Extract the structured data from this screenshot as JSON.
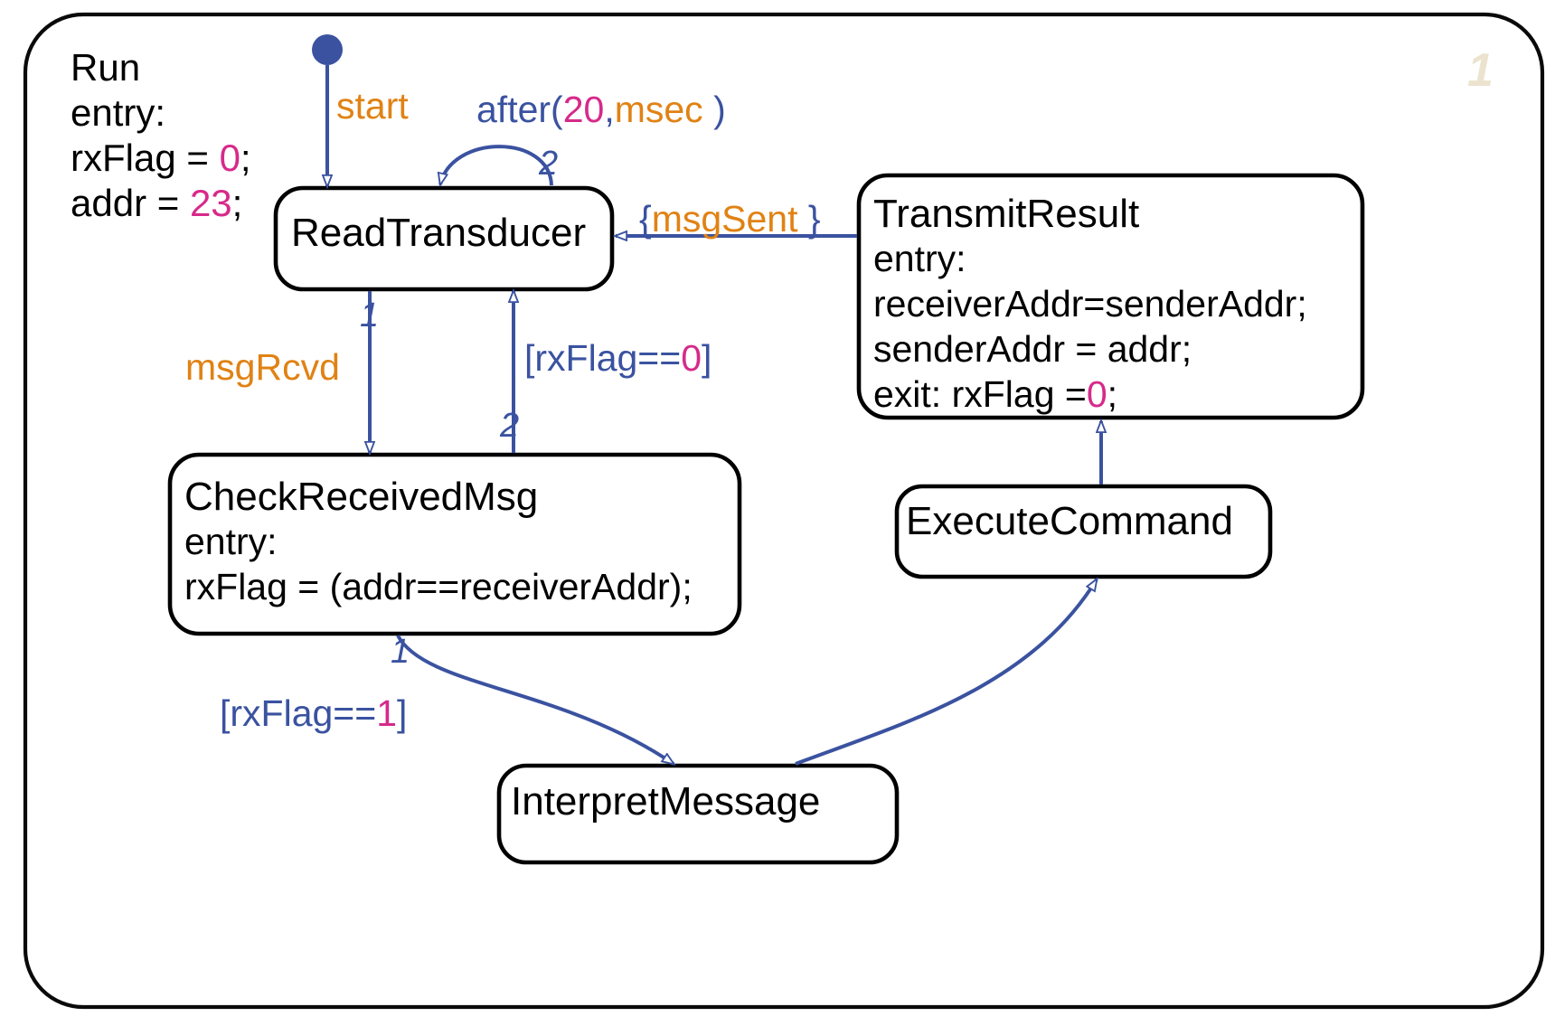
{
  "diagram": {
    "title": "Run",
    "corner_number": "1",
    "colors": {
      "state_border": "#000000",
      "transition": "#3a52a0",
      "event_text": "#e08214",
      "literal_text": "#d62a8a",
      "guard_text": "#3a52a0",
      "corner_number": "#ece3cf"
    }
  },
  "root_state": {
    "name": "Run",
    "entry_keyword": "entry:",
    "entry_actions": [
      {
        "prefix": "rxFlag = ",
        "value": "0",
        "suffix": ";"
      },
      {
        "prefix": "addr = ",
        "value": "23",
        "suffix": ";"
      }
    ]
  },
  "states": [
    {
      "id": "ReadTransducer",
      "name": "ReadTransducer",
      "lines": []
    },
    {
      "id": "TransmitResult",
      "name": "TransmitResult",
      "lines": [
        "entry:",
        "receiverAddr=senderAddr;",
        "senderAddr = addr;"
      ],
      "exit_line": {
        "prefix": "exit: rxFlag =",
        "value": "0",
        "suffix": ";"
      }
    },
    {
      "id": "CheckReceivedMsg",
      "name": "CheckReceivedMsg",
      "lines": [
        "entry:",
        "rxFlag = (addr==receiverAddr);"
      ]
    },
    {
      "id": "ExecuteCommand",
      "name": "ExecuteCommand",
      "lines": []
    },
    {
      "id": "InterpretMessage",
      "name": "InterpretMessage",
      "lines": []
    }
  ],
  "transitions": [
    {
      "id": "start",
      "from": "initial",
      "to": "ReadTransducer",
      "label_parts": [
        {
          "text": "start",
          "color": "orange"
        }
      ],
      "priority": ""
    },
    {
      "id": "self-loop-timer",
      "from": "ReadTransducer",
      "to": "ReadTransducer",
      "label_parts": [
        {
          "text": "after(",
          "color": "blue"
        },
        {
          "text": "20",
          "color": "magenta"
        },
        {
          "text": ",",
          "color": "blue"
        },
        {
          "text": "msec",
          "color": "orange"
        },
        {
          "text": " )",
          "color": "blue"
        }
      ],
      "priority": "2"
    },
    {
      "id": "msgRcvd",
      "from": "ReadTransducer",
      "to": "CheckReceivedMsg",
      "label_parts": [
        {
          "text": "msgRcvd",
          "color": "orange"
        }
      ],
      "priority": "1"
    },
    {
      "id": "rxFlag-zero",
      "from": "CheckReceivedMsg",
      "to": "ReadTransducer",
      "label_parts": [
        {
          "text": "[rxFlag==",
          "color": "blue"
        },
        {
          "text": "0",
          "color": "magenta"
        },
        {
          "text": "]",
          "color": "blue"
        }
      ],
      "priority": "2"
    },
    {
      "id": "rxFlag-one",
      "from": "CheckReceivedMsg",
      "to": "InterpretMessage",
      "label_parts": [
        {
          "text": "[rxFlag==",
          "color": "blue"
        },
        {
          "text": "1",
          "color": "magenta"
        },
        {
          "text": "]",
          "color": "blue"
        }
      ],
      "priority": "1"
    },
    {
      "id": "interpret-to-execute",
      "from": "InterpretMessage",
      "to": "ExecuteCommand",
      "label_parts": [],
      "priority": ""
    },
    {
      "id": "execute-to-transmit",
      "from": "ExecuteCommand",
      "to": "TransmitResult",
      "label_parts": [],
      "priority": ""
    },
    {
      "id": "msgSent",
      "from": "TransmitResult",
      "to": "ReadTransducer",
      "label_parts": [
        {
          "text": "{",
          "color": "blue"
        },
        {
          "text": "msgSent",
          "color": "orange"
        },
        {
          "text": " }",
          "color": "blue"
        }
      ],
      "priority": ""
    }
  ],
  "labels": {
    "run_title": "Run",
    "run_entry": "entry:",
    "run_rxflag_prefix": "rxFlag = ",
    "run_rxflag_value": "0",
    "run_rxflag_suffix": ";",
    "run_addr_prefix": "addr = ",
    "run_addr_value": "23",
    "run_addr_suffix": ";",
    "corner": "1",
    "start": "start",
    "after_open": "after(",
    "after_value": "20",
    "after_comma": ",",
    "after_unit": "msec",
    "after_close": " )",
    "prio_selfloop": "2",
    "msgRcvd": "msgRcvd",
    "prio_msgRcvd": "1",
    "guard0_open": "[rxFlag==",
    "guard0_value": "0",
    "guard0_close": "]",
    "prio_guard0": "2",
    "guard1_open": "[rxFlag==",
    "guard1_value": "1",
    "guard1_close": "]",
    "prio_guard1": "1",
    "msgSent_open": "{",
    "msgSent_text": "msgSent",
    "msgSent_close": " }",
    "readTransducer": "ReadTransducer",
    "transmitResult": "TransmitResult",
    "tr_entry": "entry:",
    "tr_l1": "receiverAddr=senderAddr;",
    "tr_l2": "senderAddr = addr;",
    "tr_exit_prefix": "exit: rxFlag =",
    "tr_exit_value": "0",
    "tr_exit_suffix": ";",
    "checkReceivedMsg": "CheckReceivedMsg",
    "crm_entry": "entry:",
    "crm_l1": "rxFlag = (addr==receiverAddr);",
    "executeCommand": "ExecuteCommand",
    "interpretMessage": "InterpretMessage"
  }
}
